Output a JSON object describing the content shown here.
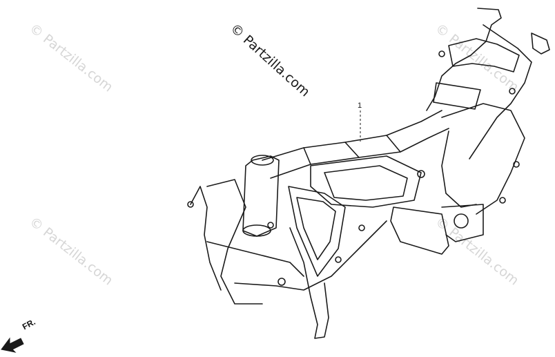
{
  "watermark": {
    "text": "© Partzilla.com",
    "color": "#d6d6d6"
  },
  "main_watermark": {
    "text": "© Partzilla.com",
    "color": "#1a1a1a"
  },
  "callout": {
    "part_number": "1"
  },
  "direction": {
    "label": "FR.",
    "icon": "arrow-left-down-icon"
  },
  "colors": {
    "line": "#1a1a1a",
    "background": "#ffffff"
  }
}
